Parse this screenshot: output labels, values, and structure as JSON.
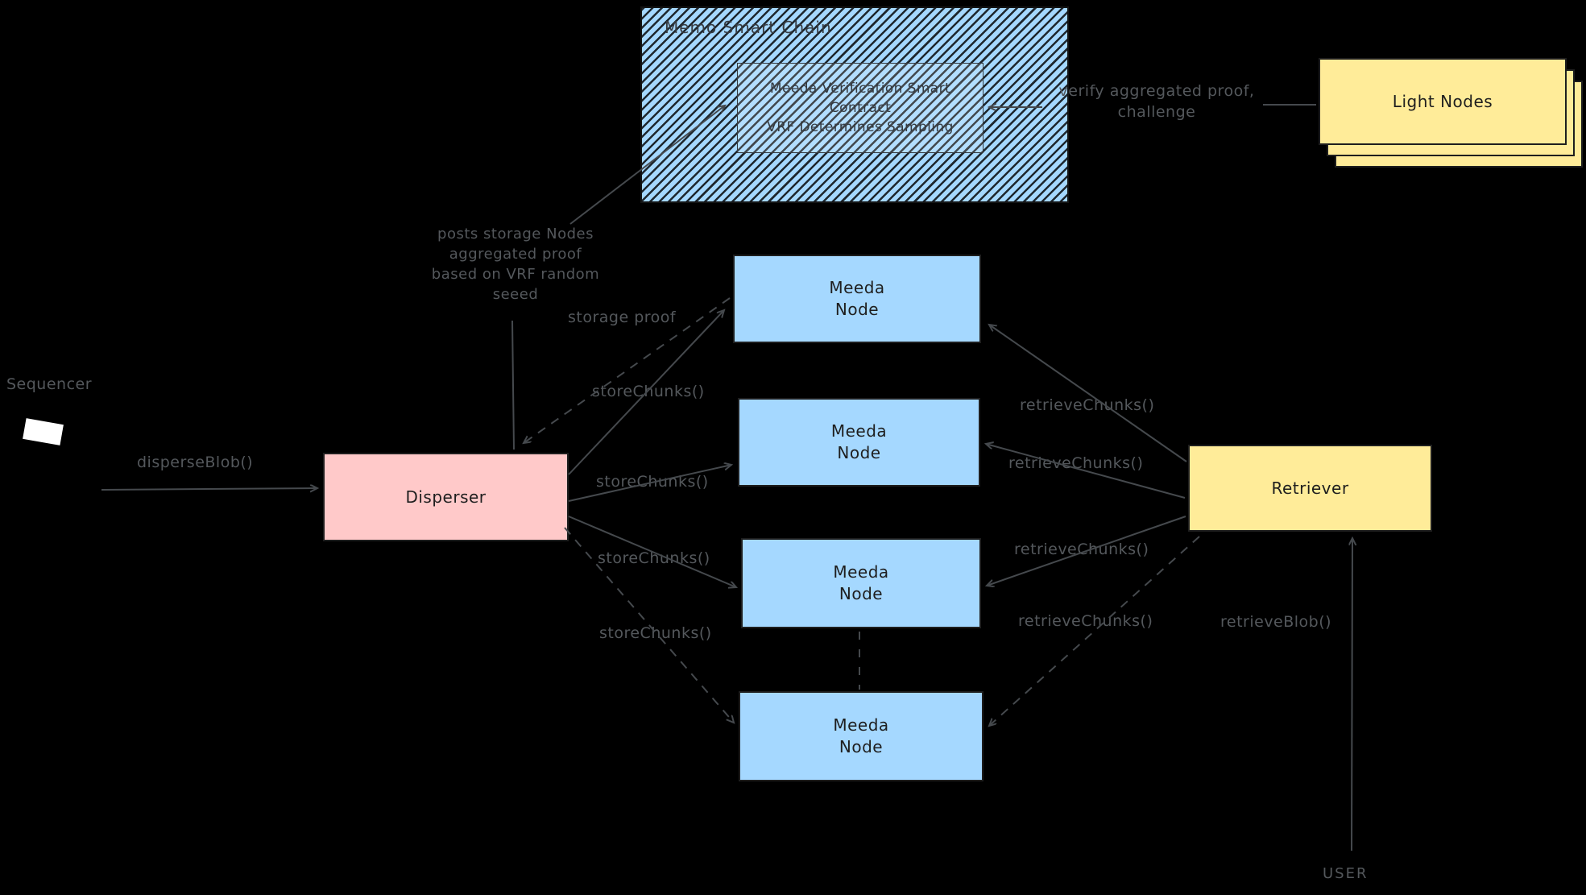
{
  "colors": {
    "background": "#000000",
    "node_blue": "#a5d8ff",
    "disperser_pink": "#ffc9c9",
    "yellow": "#ffec99",
    "label_gray": "#54585c",
    "line_gray": "#45494d",
    "box_border": "#1e1e1e"
  },
  "chain": {
    "title": "Memo Smart Chain",
    "contract": {
      "lines": [
        "Meeda Verification Smart",
        "Contract",
        "VRF Determines Sampling"
      ]
    }
  },
  "light_nodes": {
    "label": "Light Nodes"
  },
  "boxes": {
    "disperser": "Disperser",
    "retriever": "Retriever",
    "meeda_node": {
      "line1": "Meeda",
      "line2": "Node"
    }
  },
  "annotations": {
    "verify_line1": "verify aggregated proof,",
    "verify_line2": "challenge",
    "posts": {
      "line1": "posts storage Nodes",
      "line2": "aggregated proof",
      "line3": "based on VRF random",
      "line4": "seeed"
    },
    "storage_proof": "storage proof",
    "sequencer": "Sequencer",
    "user": "USER",
    "disperse_blob": "disperseBlob()",
    "store_chunks": "storeChunks()",
    "retrieve_chunks": "retrieveChunks()",
    "retrieve_blob": "retrieveBlob()"
  }
}
